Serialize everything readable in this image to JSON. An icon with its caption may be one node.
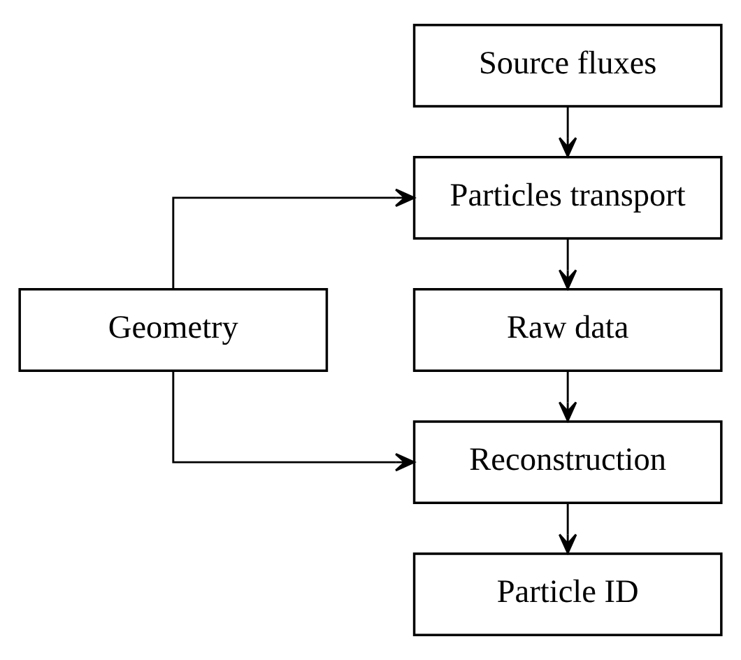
{
  "diagram": {
    "nodes": [
      {
        "text": [
          "Source fluxes"
        ]
      },
      {
        "text": [
          "Particles transport"
        ]
      },
      {
        "text": [
          "Geometry"
        ]
      },
      {
        "text": [
          "Raw data"
        ]
      },
      {
        "text": [
          "Reconstruction"
        ]
      },
      {
        "text": [
          "Particle ID"
        ]
      }
    ],
    "edges": [
      {
        "from": 0,
        "to": 1,
        "arrow": "to"
      },
      {
        "from": 1,
        "to": 3,
        "arrow": "to"
      },
      {
        "from": 3,
        "to": 4,
        "arrow": "to"
      },
      {
        "from": 4,
        "to": 5,
        "arrow": "to"
      },
      {
        "from": 2,
        "to": 1,
        "arrow": "to"
      },
      {
        "from": 2,
        "to": 4,
        "arrow": "to"
      }
    ]
  }
}
